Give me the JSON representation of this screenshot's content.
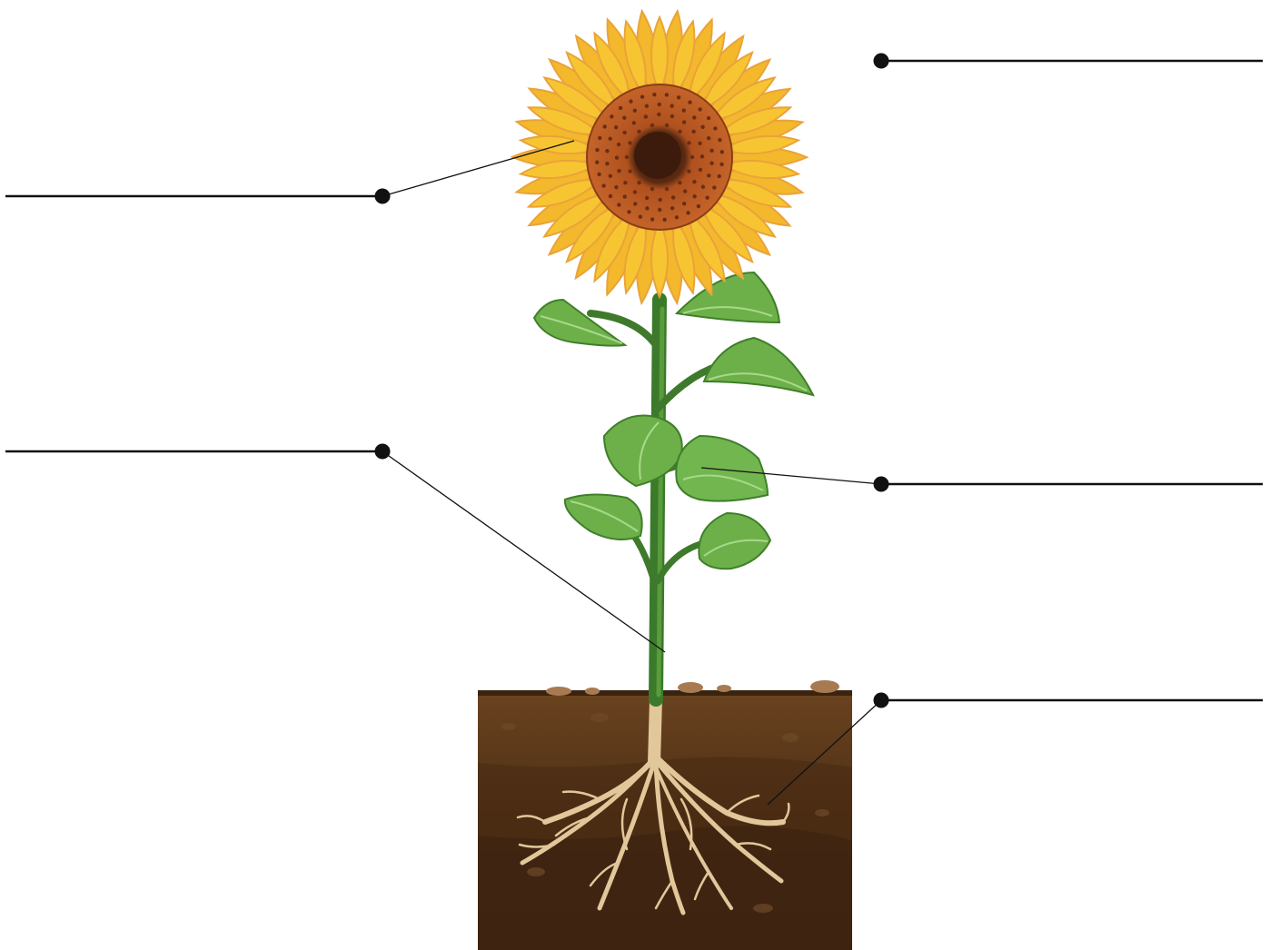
{
  "diagram": {
    "labels": [
      {
        "id": "flower",
        "text": ""
      },
      {
        "id": "seed-pod",
        "text": ""
      },
      {
        "id": "stem",
        "text": ""
      },
      {
        "id": "leaf",
        "text": ""
      },
      {
        "id": "root",
        "text": ""
      }
    ],
    "colors": {
      "petal": "#f7c531",
      "petal_outline": "#e9a33a",
      "center_outer": "#b5531f",
      "center_inner": "#4a2412",
      "leaf": "#6db04a",
      "leaf_dark": "#3f7f2a",
      "stem": "#3f7a2c",
      "soil_top": "#5f3a1a",
      "soil_bottom": "#3d2410",
      "root": "#e2c79b",
      "leader_line": "#111111"
    }
  }
}
